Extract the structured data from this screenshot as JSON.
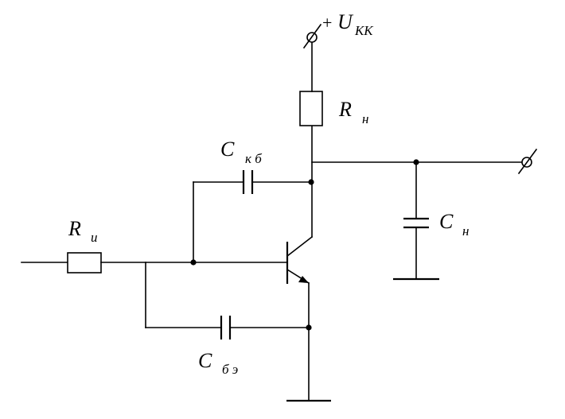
{
  "labels": {
    "supply_sign": "+",
    "supply_main": "U",
    "supply_sub": "КК",
    "load_res_main": "R",
    "load_res_sub": "н",
    "src_res_main": "R",
    "src_res_sub": "и",
    "cap_cb_main": "C",
    "cap_cb_sub": "к б",
    "cap_load_main": "C",
    "cap_load_sub": "н",
    "cap_be_main": "C",
    "cap_be_sub": "б э"
  }
}
